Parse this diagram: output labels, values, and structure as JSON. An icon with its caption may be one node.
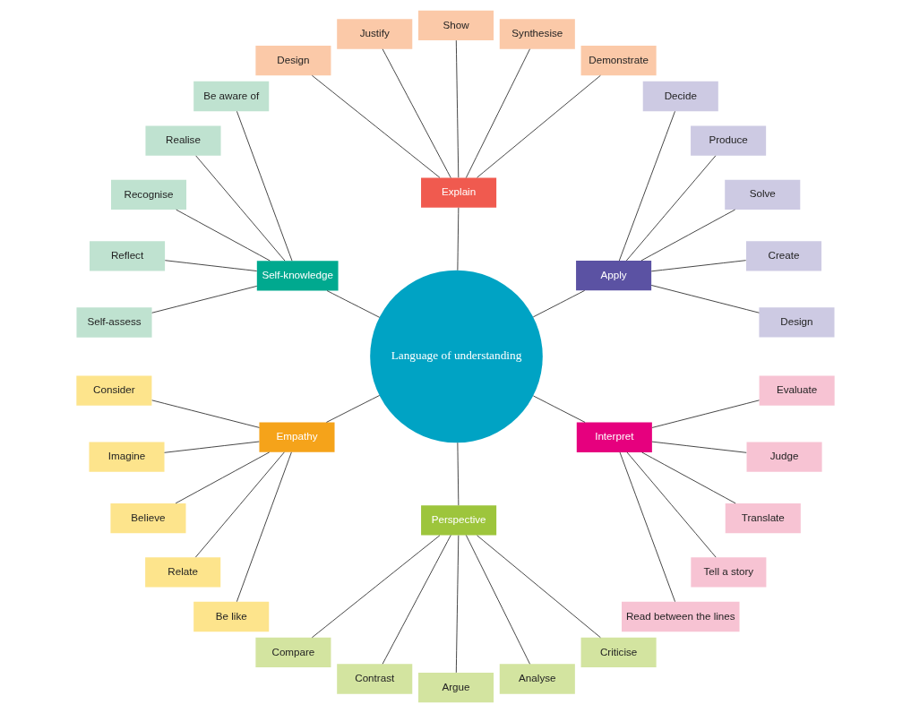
{
  "diagram": {
    "nodes": [
      {
        "text": [
          "Language of understanding"
        ]
      },
      {
        "text": [
          "Apply"
        ]
      },
      {
        "text": [
          "Design"
        ]
      },
      {
        "text": [
          "Create"
        ]
      },
      {
        "text": [
          "Solve"
        ]
      },
      {
        "text": [
          "Produce"
        ]
      },
      {
        "text": [
          "Decide"
        ]
      },
      {
        "text": [
          "Explain"
        ]
      },
      {
        "text": [
          "Demonstrate"
        ]
      },
      {
        "text": [
          "Synthesise"
        ]
      },
      {
        "text": [
          "Show"
        ]
      },
      {
        "text": [
          "Justify"
        ]
      },
      {
        "text": [
          "Design"
        ]
      },
      {
        "text": [
          "Self-knowledge"
        ]
      },
      {
        "text": [
          "Be aware of"
        ]
      },
      {
        "text": [
          "Realise"
        ]
      },
      {
        "text": [
          "Recognise"
        ]
      },
      {
        "text": [
          "Reflect"
        ]
      },
      {
        "text": [
          "Self-assess"
        ]
      },
      {
        "text": [
          "Empathy"
        ]
      },
      {
        "text": [
          "Consider"
        ]
      },
      {
        "text": [
          "Imagine"
        ]
      },
      {
        "text": [
          "Believe"
        ]
      },
      {
        "text": [
          "Relate"
        ]
      },
      {
        "text": [
          "Be like"
        ]
      },
      {
        "text": [
          "Perspective"
        ]
      },
      {
        "text": [
          "Compare"
        ]
      },
      {
        "text": [
          "Contrast"
        ]
      },
      {
        "text": [
          "Argue"
        ]
      },
      {
        "text": [
          "Analyse"
        ]
      },
      {
        "text": [
          "Criticise"
        ]
      },
      {
        "text": [
          "Interpret"
        ]
      },
      {
        "text": [
          "Read between the lines"
        ]
      },
      {
        "text": [
          "Tell a story"
        ]
      },
      {
        "text": [
          "Translate"
        ]
      },
      {
        "text": [
          "Judge"
        ]
      },
      {
        "text": [
          "Evaluate"
        ]
      }
    ],
    "edges": [
      {
        "from": 0,
        "to": 1,
        "arrow": "none"
      },
      {
        "from": 1,
        "to": 2,
        "arrow": "none"
      },
      {
        "from": 1,
        "to": 3,
        "arrow": "none"
      },
      {
        "from": 1,
        "to": 4,
        "arrow": "none"
      },
      {
        "from": 1,
        "to": 5,
        "arrow": "none"
      },
      {
        "from": 1,
        "to": 6,
        "arrow": "none"
      },
      {
        "from": 0,
        "to": 7,
        "arrow": "none"
      },
      {
        "from": 7,
        "to": 8,
        "arrow": "none"
      },
      {
        "from": 7,
        "to": 9,
        "arrow": "none"
      },
      {
        "from": 7,
        "to": 10,
        "arrow": "none"
      },
      {
        "from": 7,
        "to": 11,
        "arrow": "none"
      },
      {
        "from": 7,
        "to": 12,
        "arrow": "none"
      },
      {
        "from": 0,
        "to": 13,
        "arrow": "none"
      },
      {
        "from": 13,
        "to": 14,
        "arrow": "none"
      },
      {
        "from": 13,
        "to": 15,
        "arrow": "none"
      },
      {
        "from": 13,
        "to": 16,
        "arrow": "none"
      },
      {
        "from": 13,
        "to": 17,
        "arrow": "none"
      },
      {
        "from": 13,
        "to": 18,
        "arrow": "none"
      },
      {
        "from": 0,
        "to": 19,
        "arrow": "none"
      },
      {
        "from": 19,
        "to": 20,
        "arrow": "none"
      },
      {
        "from": 19,
        "to": 21,
        "arrow": "none"
      },
      {
        "from": 19,
        "to": 22,
        "arrow": "none"
      },
      {
        "from": 19,
        "to": 23,
        "arrow": "none"
      },
      {
        "from": 19,
        "to": 24,
        "arrow": "none"
      },
      {
        "from": 0,
        "to": 25,
        "arrow": "none"
      },
      {
        "from": 25,
        "to": 26,
        "arrow": "none"
      },
      {
        "from": 25,
        "to": 27,
        "arrow": "none"
      },
      {
        "from": 25,
        "to": 28,
        "arrow": "none"
      },
      {
        "from": 25,
        "to": 29,
        "arrow": "none"
      },
      {
        "from": 25,
        "to": 30,
        "arrow": "none"
      },
      {
        "from": 0,
        "to": 31,
        "arrow": "none"
      },
      {
        "from": 31,
        "to": 32,
        "arrow": "none"
      },
      {
        "from": 31,
        "to": 33,
        "arrow": "none"
      },
      {
        "from": 31,
        "to": 34,
        "arrow": "none"
      },
      {
        "from": 31,
        "to": 35,
        "arrow": "none"
      },
      {
        "from": 31,
        "to": 36,
        "arrow": "none"
      }
    ]
  }
}
